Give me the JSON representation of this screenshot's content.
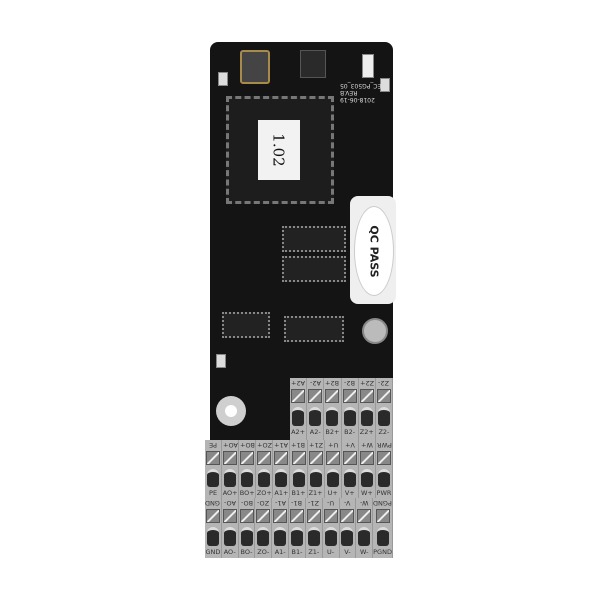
{
  "board": {
    "chip_label": "1.02",
    "sticker_text": "QC PASS",
    "silkscreen": [
      "EC_PG503_05",
      "REV.B",
      "2018-06-19"
    ]
  },
  "terminals": {
    "top_row": [
      "A2+",
      "A2-",
      "B2+",
      "B2-",
      "Z2+",
      "Z2-"
    ],
    "middle_row": [
      "PE",
      "AO+",
      "BO+",
      "ZO+",
      "A1+",
      "B1+",
      "Z1+",
      "U+",
      "V+",
      "W+",
      "PWR"
    ],
    "bottom_row": [
      "GND",
      "AO-",
      "BO-",
      "ZO-",
      "A1-",
      "B1-",
      "Z1-",
      "U-",
      "V-",
      "W-",
      "PGND"
    ]
  },
  "colors": {
    "pcb": "#141414",
    "terminal": "#b5b5b5"
  }
}
